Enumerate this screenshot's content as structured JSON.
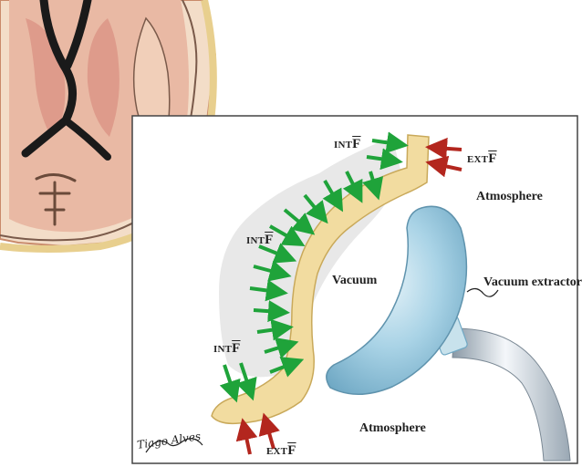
{
  "labels": {
    "atmosphere_top": "Atmosphere",
    "atmosphere_bottom": "Atmosphere",
    "vacuum": "Vacuum",
    "vacuum_extractor": "Vacuum extractor"
  },
  "forces": {
    "int_prefix": "INT",
    "ext_prefix": "EXT",
    "symbol": "F"
  },
  "signature": "Tiago Alves",
  "colors": {
    "green_arrow": "#1fa33a",
    "red_arrow": "#b3261e",
    "scalp": "#f2dca0",
    "extractor": "#9fcbe0",
    "frame": "#444444"
  }
}
